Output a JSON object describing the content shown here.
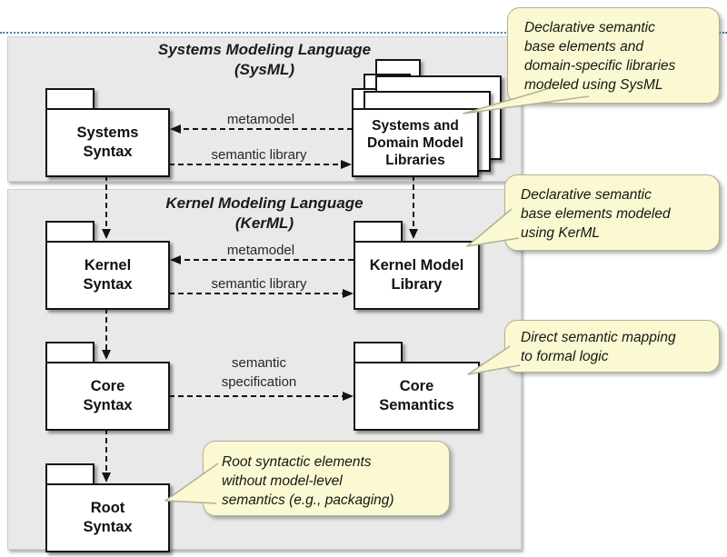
{
  "colors": {
    "section_fill": "#e9e9e9",
    "section_border": "#cfcfcf",
    "callout_fill": "#fbf9d2",
    "callout_border": "#b2b096",
    "divider_blue": "#4e81a0",
    "line_black": "#141414"
  },
  "sections": {
    "sysml": {
      "title": "Systems Modeling Language",
      "subtitle": "(SysML)"
    },
    "kerml": {
      "title": "Kernel Modeling Language",
      "subtitle": "(KerML)"
    }
  },
  "packages": {
    "systems_syntax": {
      "line1": "Systems",
      "line2": "Syntax"
    },
    "systems_domain_libraries": {
      "line1": "Systems and",
      "line2": "Domain Model",
      "line3": "Libraries"
    },
    "kernel_syntax": {
      "line1": "Kernel",
      "line2": "Syntax"
    },
    "kernel_model_library": {
      "line1": "Kernel Model",
      "line2": "Library"
    },
    "core_syntax": {
      "line1": "Core",
      "line2": "Syntax"
    },
    "core_semantics": {
      "line1": "Core",
      "line2": "Semantics"
    },
    "root_syntax": {
      "line1": "Root",
      "line2": "Syntax"
    }
  },
  "arrow_labels": {
    "sysml_metamodel": "metamodel",
    "sysml_semantic_library": "semantic library",
    "kerml_metamodel": "metamodel",
    "kerml_semantic_library": "semantic library",
    "semantic_specification_line1": "semantic",
    "semantic_specification_line2": "specification"
  },
  "callouts": {
    "sysml_note": {
      "line1": "Declarative semantic",
      "line2": "base elements and",
      "line3": "domain-specific libraries",
      "line4": "modeled using SysML"
    },
    "kerml_note": {
      "line1": "Declarative semantic",
      "line2": "base elements modeled",
      "line3": "using KerML"
    },
    "core_note": {
      "line1": "Direct semantic mapping",
      "line2": "to formal logic"
    },
    "root_note": {
      "line1": "Root syntactic elements",
      "line2": "without model-level",
      "line3": "semantics (e.g., packaging)"
    }
  }
}
